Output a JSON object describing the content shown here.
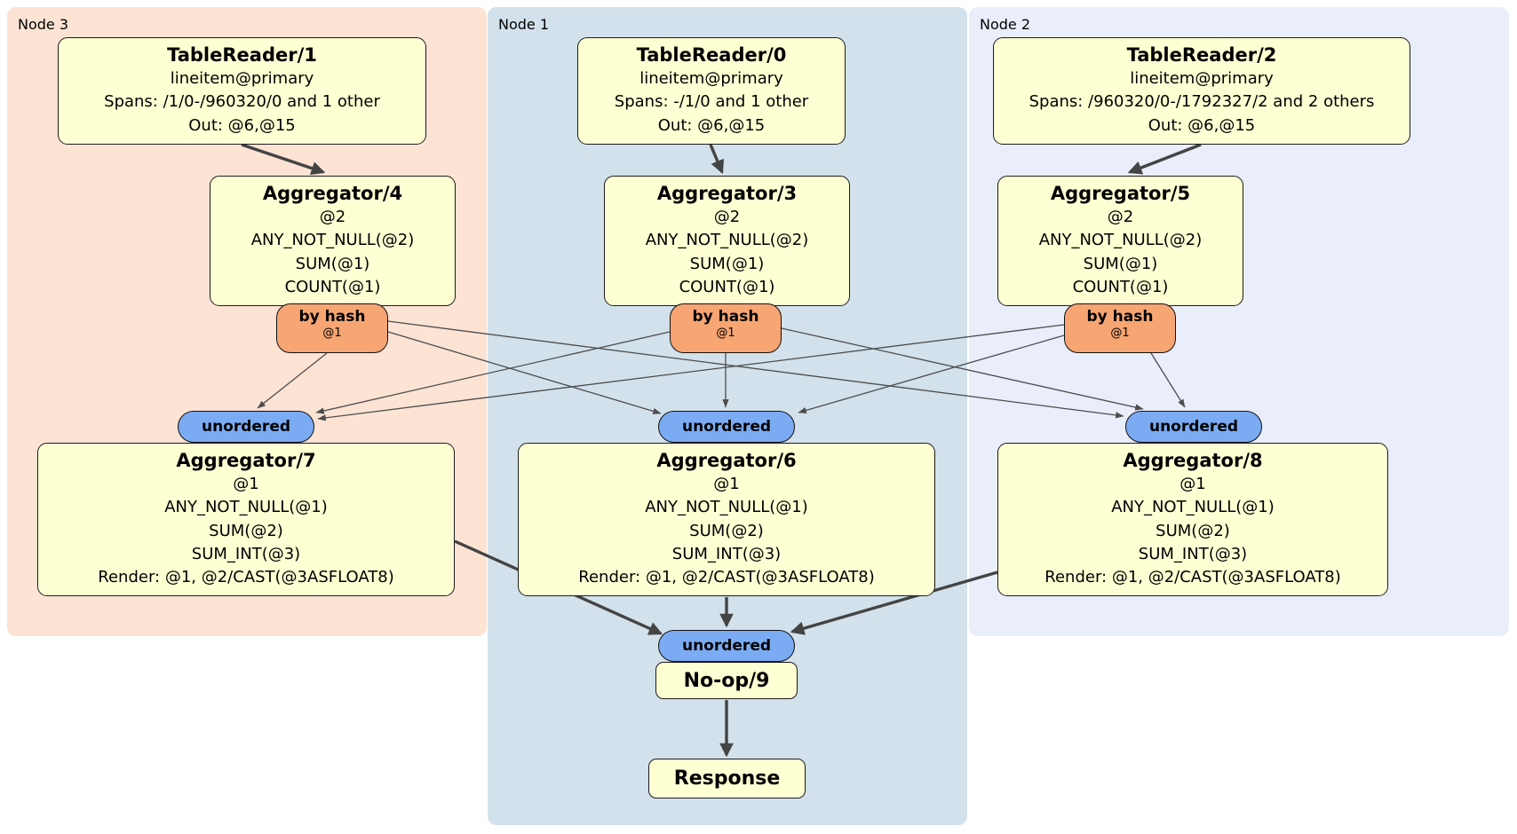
{
  "regions": {
    "node3": {
      "label": "Node 3"
    },
    "node1": {
      "label": "Node 1"
    },
    "node2": {
      "label": "Node 2"
    }
  },
  "processors": {
    "tr1": {
      "title": "TableReader/1",
      "details": [
        "lineitem@primary",
        "Spans: /1/0-/960320/0 and 1 other",
        "Out: @6,@15"
      ]
    },
    "tr0": {
      "title": "TableReader/0",
      "details": [
        "lineitem@primary",
        "Spans: -/1/0 and 1 other",
        "Out: @6,@15"
      ]
    },
    "tr2": {
      "title": "TableReader/2",
      "details": [
        "lineitem@primary",
        "Spans: /960320/0-/1792327/2 and 2 others",
        "Out: @6,@15"
      ]
    },
    "agg4": {
      "title": "Aggregator/4",
      "details": [
        "@2",
        "ANY_NOT_NULL(@2)",
        "SUM(@1)",
        "COUNT(@1)"
      ]
    },
    "agg3": {
      "title": "Aggregator/3",
      "details": [
        "@2",
        "ANY_NOT_NULL(@2)",
        "SUM(@1)",
        "COUNT(@1)"
      ]
    },
    "agg5": {
      "title": "Aggregator/5",
      "details": [
        "@2",
        "ANY_NOT_NULL(@2)",
        "SUM(@1)",
        "COUNT(@1)"
      ]
    },
    "agg7": {
      "title": "Aggregator/7",
      "details": [
        "@1",
        "ANY_NOT_NULL(@1)",
        "SUM(@2)",
        "SUM_INT(@3)",
        "Render: @1, @2/CAST(@3ASFLOAT8)"
      ]
    },
    "agg6": {
      "title": "Aggregator/6",
      "details": [
        "@1",
        "ANY_NOT_NULL(@1)",
        "SUM(@2)",
        "SUM_INT(@3)",
        "Render: @1, @2/CAST(@3ASFLOAT8)"
      ]
    },
    "agg8": {
      "title": "Aggregator/8",
      "details": [
        "@1",
        "ANY_NOT_NULL(@1)",
        "SUM(@2)",
        "SUM_INT(@3)",
        "Render: @1, @2/CAST(@3ASFLOAT8)"
      ]
    },
    "noop": {
      "title": "No-op/9"
    },
    "response": {
      "title": "Response"
    }
  },
  "router": {
    "label": "by hash",
    "key": "@1"
  },
  "stream": {
    "unordered": "unordered"
  },
  "colors": {
    "node3_bg": "#fce3d4",
    "node1_bg": "#d2e1eb",
    "node2_bg": "#e9eefa",
    "box_bg": "#ffffd4",
    "router_bg": "#f6a573",
    "stream_bg": "#7babf2",
    "edge": "#444444",
    "edge_thin": "#4d4d4d"
  }
}
